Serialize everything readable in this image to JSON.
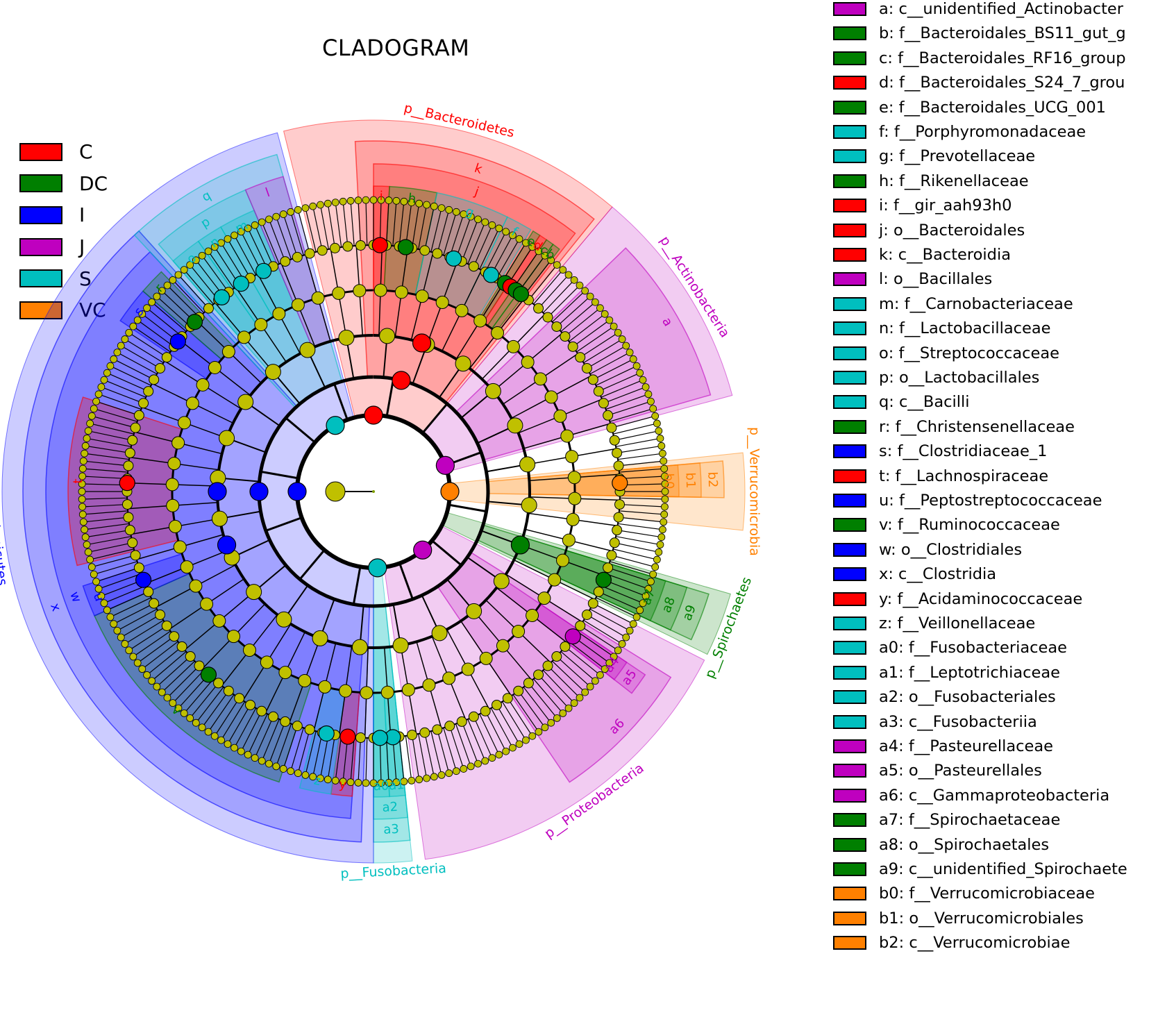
{
  "title": "CLADOGRAM",
  "groups": [
    {
      "name": "C",
      "color": "#ff0000"
    },
    {
      "name": "DC",
      "color": "#007f00"
    },
    {
      "name": "I",
      "color": "#0000ff"
    },
    {
      "name": "J",
      "color": "#bf00bf"
    },
    {
      "name": "S",
      "color": "#00bfbf"
    },
    {
      "name": "VC",
      "color": "#ff8000"
    }
  ],
  "node_default_color": "#c0c000",
  "taxa": [
    {
      "label": "a: c__unidentified_Actinobacter",
      "group": "J"
    },
    {
      "label": "b: f__Bacteroidales_BS11_gut_g",
      "group": "DC"
    },
    {
      "label": "c: f__Bacteroidales_RF16_group",
      "group": "DC"
    },
    {
      "label": "d: f__Bacteroidales_S24_7_grou",
      "group": "C"
    },
    {
      "label": "e: f__Bacteroidales_UCG_001",
      "group": "DC"
    },
    {
      "label": "f: f__Porphyromonadaceae",
      "group": "S"
    },
    {
      "label": "g: f__Prevotellaceae",
      "group": "S"
    },
    {
      "label": "h: f__Rikenellaceae",
      "group": "DC"
    },
    {
      "label": "i: f__gir_aah93h0",
      "group": "C"
    },
    {
      "label": "j: o__Bacteroidales",
      "group": "C"
    },
    {
      "label": "k: c__Bacteroidia",
      "group": "C"
    },
    {
      "label": "l: o__Bacillales",
      "group": "J"
    },
    {
      "label": "m: f__Carnobacteriaceae",
      "group": "S"
    },
    {
      "label": "n: f__Lactobacillaceae",
      "group": "S"
    },
    {
      "label": "o: f__Streptococcaceae",
      "group": "S"
    },
    {
      "label": "p: o__Lactobacillales",
      "group": "S"
    },
    {
      "label": "q: c__Bacilli",
      "group": "S"
    },
    {
      "label": "r: f__Christensenellaceae",
      "group": "DC"
    },
    {
      "label": "s: f__Clostridiaceae_1",
      "group": "I"
    },
    {
      "label": "t: f__Lachnospiraceae",
      "group": "C"
    },
    {
      "label": "u: f__Peptostreptococcaceae",
      "group": "I"
    },
    {
      "label": "v: f__Ruminococcaceae",
      "group": "DC"
    },
    {
      "label": "w: o__Clostridiales",
      "group": "I"
    },
    {
      "label": "x: c__Clostridia",
      "group": "I"
    },
    {
      "label": "y: f__Acidaminococcaceae",
      "group": "C"
    },
    {
      "label": "z: f__Veillonellaceae",
      "group": "S"
    },
    {
      "label": "a0: f__Fusobacteriaceae",
      "group": "S"
    },
    {
      "label": "a1: f__Leptotrichiaceae",
      "group": "S"
    },
    {
      "label": "a2: o__Fusobacteriales",
      "group": "S"
    },
    {
      "label": "a3: c__Fusobacteriia",
      "group": "S"
    },
    {
      "label": "a4: f__Pasteurellaceae",
      "group": "J"
    },
    {
      "label": "a5: o__Pasteurellales",
      "group": "J"
    },
    {
      "label": "a6: c__Gammaproteobacteria",
      "group": "J"
    },
    {
      "label": "a7: f__Spirochaetaceae",
      "group": "DC"
    },
    {
      "label": "a8: o__Spirochaetales",
      "group": "DC"
    },
    {
      "label": "a9: c__unidentified_Spirochaete",
      "group": "DC"
    },
    {
      "label": "b0: f__Verrucomicrobiaceae",
      "group": "VC"
    },
    {
      "label": "b1: o__Verrucomicrobiales",
      "group": "VC"
    },
    {
      "label": "b2: c__Verrucomicrobiae",
      "group": "VC"
    }
  ],
  "clades": [
    {
      "phylum": "p__Bacteroidetes",
      "group": "C",
      "start": -14,
      "end": 40,
      "sub": [
        {
          "label": "k",
          "group": "C",
          "start": -3,
          "end": 39,
          "level": "class"
        },
        {
          "label": "j",
          "group": "C",
          "start": 0,
          "end": 38,
          "level": "order"
        },
        {
          "label": "i",
          "group": "C",
          "start": 0,
          "end": 3,
          "level": "family"
        },
        {
          "label": "h",
          "group": "DC",
          "start": 3,
          "end": 12,
          "level": "family"
        },
        {
          "label": "g",
          "group": "S",
          "start": 12,
          "end": 26,
          "level": "family"
        },
        {
          "label": "f",
          "group": "S",
          "start": 26,
          "end": 31,
          "level": "family"
        },
        {
          "label": "e",
          "group": "DC",
          "start": 31.5,
          "end": 33,
          "level": "family"
        },
        {
          "label": "d",
          "group": "C",
          "start": 33,
          "end": 34.5,
          "level": "family"
        },
        {
          "label": "c",
          "group": "DC",
          "start": 34.5,
          "end": 36,
          "level": "family"
        },
        {
          "label": "b",
          "group": "DC",
          "start": 36,
          "end": 37.5,
          "level": "family"
        }
      ]
    },
    {
      "phylum": "p__Actinobacteria",
      "group": "J",
      "start": 40,
      "end": 75,
      "sub": [
        {
          "label": "a",
          "group": "J",
          "start": 46,
          "end": 74,
          "level": "class"
        }
      ]
    },
    {
      "phylum": "p__Verrucomicrobia",
      "group": "VC",
      "start": 84,
      "end": 96,
      "sub": [
        {
          "label": "b2",
          "group": "VC",
          "start": 85,
          "end": 91,
          "level": "class"
        },
        {
          "label": "b1",
          "group": "VC",
          "start": 85,
          "end": 91,
          "level": "order"
        },
        {
          "label": "b0",
          "group": "VC",
          "start": 85,
          "end": 91,
          "level": "family"
        }
      ]
    },
    {
      "phylum": "p__Spirochaetes",
      "group": "DC",
      "start": 106,
      "end": 116,
      "sub": [
        {
          "label": "a9",
          "group": "DC",
          "start": 107,
          "end": 115,
          "level": "class"
        },
        {
          "label": "a8",
          "group": "DC",
          "start": 107,
          "end": 115,
          "level": "order"
        },
        {
          "label": "a7",
          "group": "DC",
          "start": 107,
          "end": 115,
          "level": "family"
        }
      ]
    },
    {
      "phylum": "p__Proteobacteria",
      "group": "J",
      "start": 117,
      "end": 172,
      "sub": [
        {
          "label": "a6",
          "group": "J",
          "start": 122,
          "end": 146,
          "level": "class"
        },
        {
          "label": "a5",
          "group": "J",
          "start": 124,
          "end": 128,
          "level": "order"
        },
        {
          "label": "a4",
          "group": "J",
          "start": 124,
          "end": 128,
          "level": "family"
        }
      ]
    },
    {
      "phylum": "p__Fusobacteria",
      "group": "S",
      "start": 174,
      "end": 180,
      "sub": [
        {
          "label": "a3",
          "group": "S",
          "start": 174,
          "end": 180,
          "level": "class"
        },
        {
          "label": "a2",
          "group": "S",
          "start": 174,
          "end": 180,
          "level": "order"
        },
        {
          "label": "a1",
          "group": "S",
          "start": 174,
          "end": 177,
          "level": "family"
        },
        {
          "label": "a0",
          "group": "S",
          "start": 177,
          "end": 180,
          "level": "family"
        }
      ]
    },
    {
      "phylum": "p__Firmicutes",
      "group": "I",
      "start": 180,
      "end": 345,
      "sub": [
        {
          "label": "x",
          "group": "I",
          "start": 182,
          "end": 318,
          "level": "class"
        },
        {
          "label": "w",
          "group": "I",
          "start": 184,
          "end": 317,
          "level": "order"
        },
        {
          "label": "y",
          "group": "C",
          "start": 184,
          "end": 188,
          "level": "family"
        },
        {
          "label": "z",
          "group": "S",
          "start": 188,
          "end": 194,
          "level": "family"
        },
        {
          "label": "v",
          "group": "DC",
          "start": 198,
          "end": 246,
          "level": "family"
        },
        {
          "label": "u",
          "group": "I",
          "start": 246,
          "end": 252,
          "level": "family"
        },
        {
          "label": "t",
          "group": "C",
          "start": 256,
          "end": 288,
          "level": "family"
        },
        {
          "label": "s",
          "group": "I",
          "start": 304,
          "end": 311,
          "level": "family"
        },
        {
          "label": "r",
          "group": "DC",
          "start": 311,
          "end": 316,
          "level": "family"
        },
        {
          "label": "q",
          "group": "S",
          "start": 317,
          "end": 344,
          "level": "class"
        },
        {
          "label": "p",
          "group": "S",
          "start": 319,
          "end": 337,
          "level": "order"
        },
        {
          "label": "o",
          "group": "S",
          "start": 319,
          "end": 325,
          "level": "family"
        },
        {
          "label": "n",
          "group": "S",
          "start": 325,
          "end": 330,
          "level": "family"
        },
        {
          "label": "m",
          "group": "S",
          "start": 330,
          "end": 337,
          "level": "family"
        },
        {
          "label": "l",
          "group": "J",
          "start": 337,
          "end": 344,
          "level": "order"
        }
      ]
    }
  ],
  "root_markers": [
    {
      "group": "I",
      "angle": 270,
      "level": "phylum"
    },
    {
      "group": "I",
      "angle": 270,
      "level": "class"
    },
    {
      "group": "I",
      "angle": 270,
      "level": "order"
    },
    {
      "group": "C",
      "angle": 0,
      "level": "phylum"
    },
    {
      "group": "C",
      "angle": 14,
      "level": "class"
    },
    {
      "group": "C",
      "angle": 18,
      "level": "order"
    },
    {
      "group": "J",
      "angle": 70,
      "level": "phylum"
    },
    {
      "group": "VC",
      "angle": 90,
      "level": "phylum"
    },
    {
      "group": "J",
      "angle": 140,
      "level": "phylum"
    },
    {
      "group": "S",
      "angle": 177,
      "level": "phylum"
    },
    {
      "group": "S",
      "angle": 330,
      "level": "phylum"
    },
    {
      "group": "DC",
      "angle": 110,
      "level": "order"
    },
    {
      "group": "I",
      "angle": 250,
      "level": "order"
    }
  ]
}
